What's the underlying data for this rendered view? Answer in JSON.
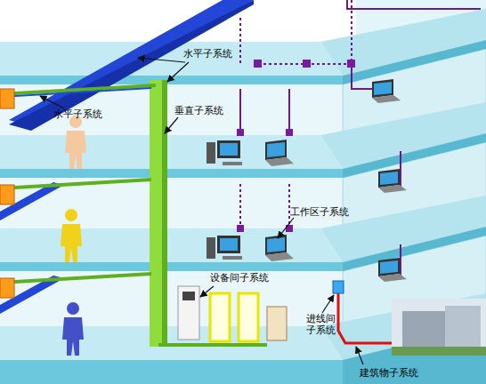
{
  "diagram": {
    "labels": [
      "水平子系统",
      "水平子系统",
      "垂直子系统",
      "工作区子系统",
      "设备间子系统",
      "进线间 子系统",
      "建筑物子系统"
    ]
  }
}
